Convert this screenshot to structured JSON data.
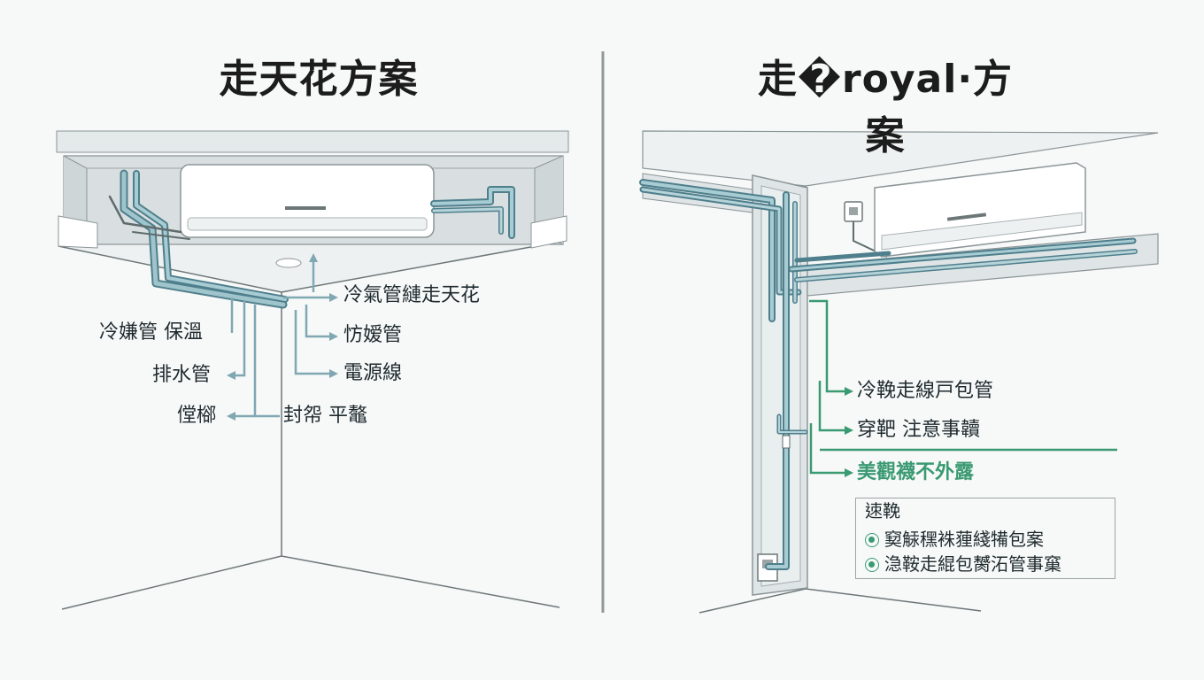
{
  "titles": {
    "left": "走天花方案",
    "right": "走�royal·方案"
  },
  "left_labels": {
    "l1": "冷氣管縺走天花",
    "l2": "㤃嫒管",
    "l3": "電源線",
    "l4": "冷嫌管 保溫",
    "l5": "排水管",
    "l6": "㑽㮝",
    "l7": "封㠾 平鼇"
  },
  "right_labels": {
    "r1": "冷鞔走線戸包管",
    "r2": "穿靶 注意事韥",
    "r3": "美觀襪不外露"
  },
  "legend": {
    "title": "𨒪鞔",
    "row1": "窫觨䆀袾䔆綫犕包案",
    "row2": "㴔鞍走緄包膥沰管事窼"
  },
  "colors": {
    "pipe": "#7fa8b2",
    "pipe_dark": "#4f7f8c",
    "green": "#3a9a72",
    "wall": "#ffffff",
    "line": "#6d7778"
  }
}
